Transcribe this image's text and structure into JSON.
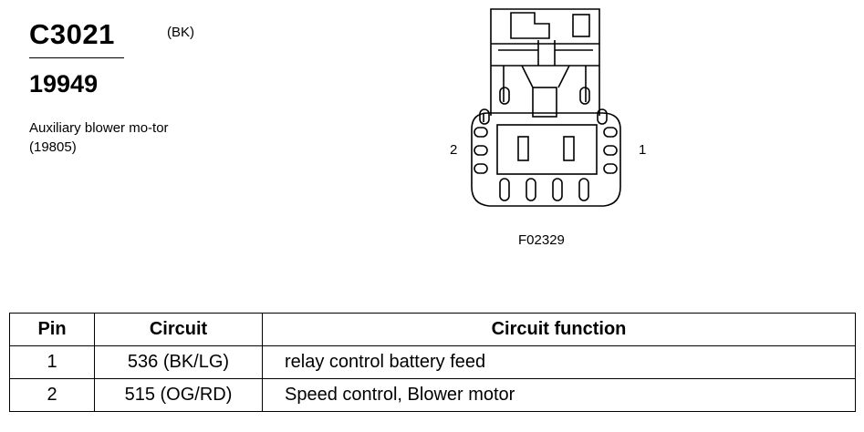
{
  "connector": {
    "id": "C3021",
    "color_code": "(BK)",
    "part_number": "19949",
    "description": "Auxiliary blower mo-tor (19805)"
  },
  "figure": {
    "pin_labels": [
      "2",
      "1"
    ],
    "code": "F02329"
  },
  "table": {
    "headers": [
      "Pin",
      "Circuit",
      "Circuit function"
    ],
    "rows": [
      {
        "pin": "1",
        "circuit": "536 (BK/LG)",
        "function": "relay control battery feed"
      },
      {
        "pin": "2",
        "circuit": "515 (OG/RD)",
        "function": "Speed control, Blower motor"
      }
    ]
  }
}
